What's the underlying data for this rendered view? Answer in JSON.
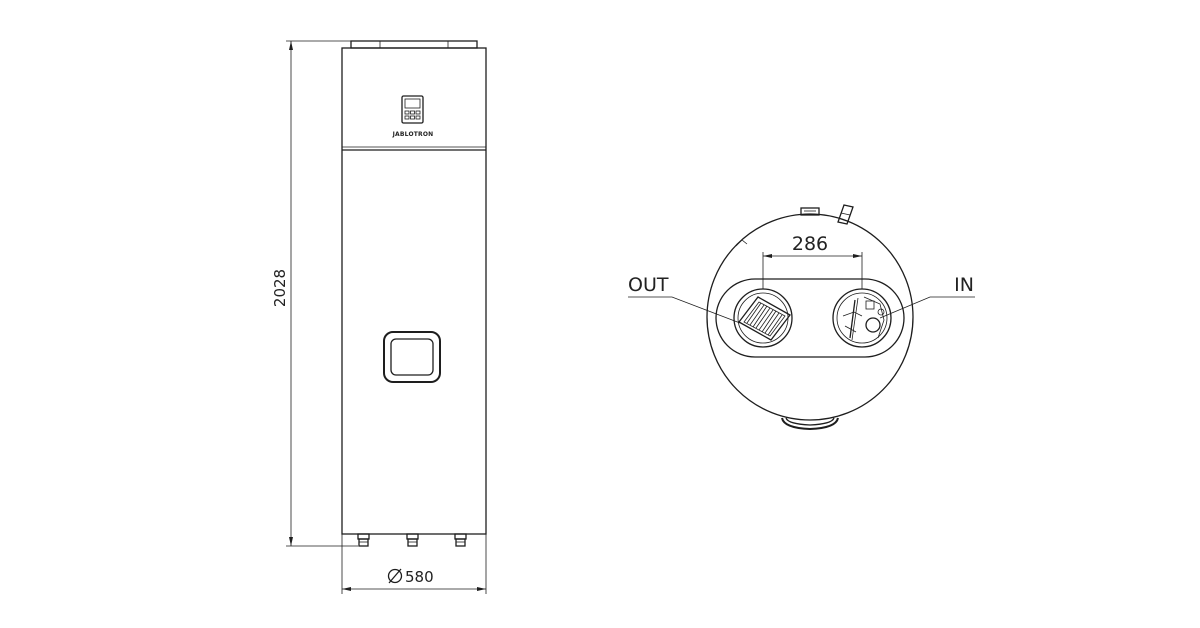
{
  "front_view": {
    "brand": "JABLOTRON",
    "height_dimension": "2028",
    "diameter_symbol": "⌀",
    "diameter_value": "580"
  },
  "top_view": {
    "spacing_dimension": "286",
    "out_label": "OUT",
    "in_label": "IN"
  }
}
